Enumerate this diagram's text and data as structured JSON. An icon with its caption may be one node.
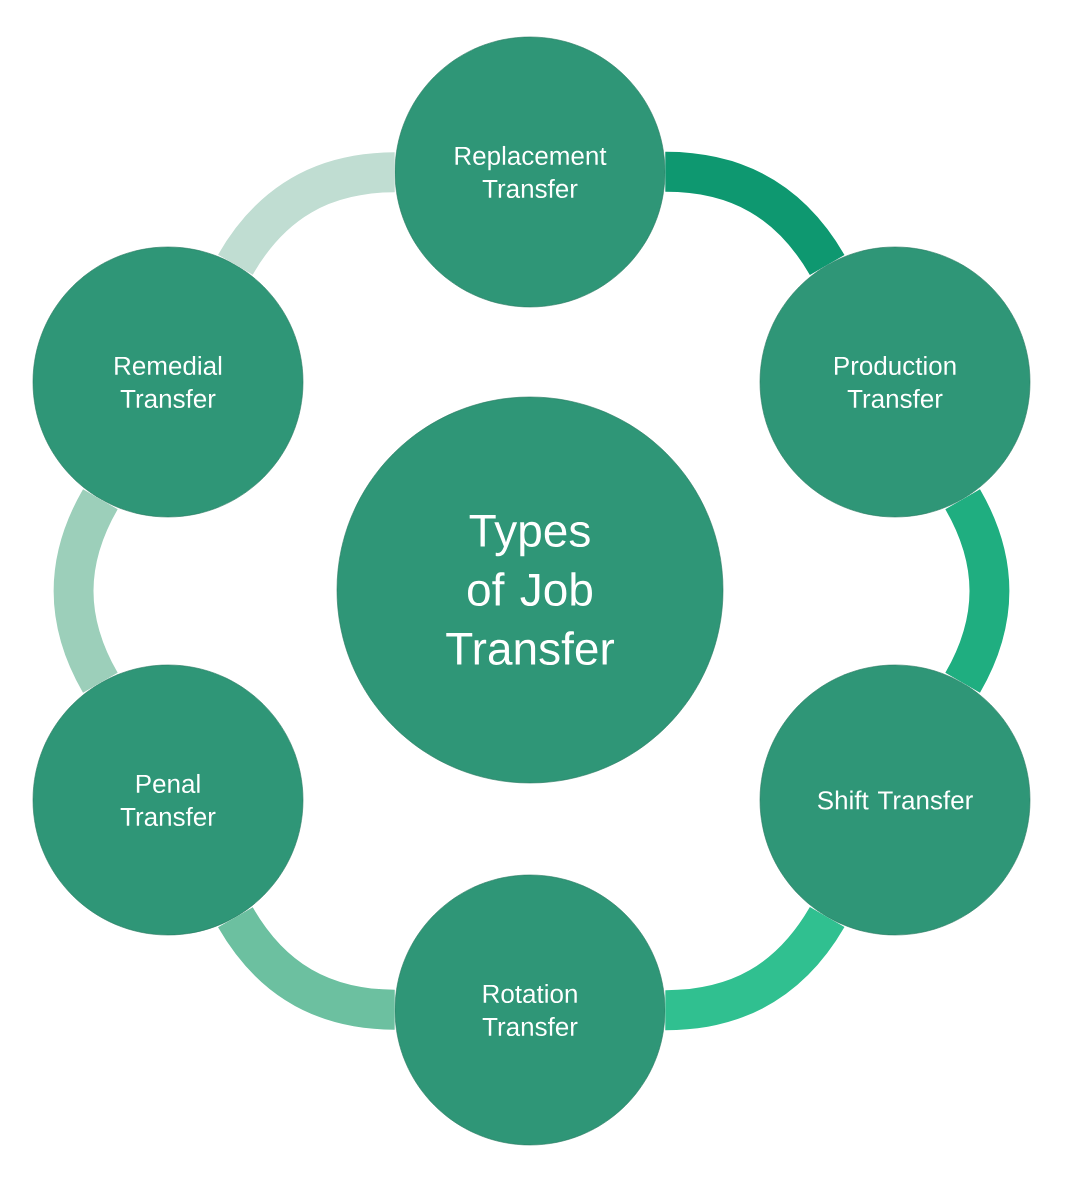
{
  "diagram": {
    "nodes": [
      {
        "text": [
          "Types of Job Transfer"
        ]
      },
      {
        "text": [
          "Replacement Transfer"
        ]
      },
      {
        "text": [
          "Production Transfer"
        ]
      },
      {
        "text": [
          "Shift Transfer"
        ]
      },
      {
        "text": [
          "Rotation Transfer"
        ]
      },
      {
        "text": [
          "Penal Transfer"
        ]
      },
      {
        "text": [
          "Remedial Transfer"
        ]
      }
    ],
    "edges": [
      {
        "from": 1,
        "to": 2,
        "arrow": "none",
        "color": "#0e9870"
      },
      {
        "from": 2,
        "to": 3,
        "arrow": "none",
        "color": "#1fae80"
      },
      {
        "from": 3,
        "to": 4,
        "arrow": "none",
        "color": "#30c090"
      },
      {
        "from": 4,
        "to": 5,
        "arrow": "none",
        "color": "#6cc0a0"
      },
      {
        "from": 5,
        "to": 6,
        "arrow": "none",
        "color": "#9ccfba"
      },
      {
        "from": 6,
        "to": 1,
        "arrow": "none",
        "color": "#c0ddd2"
      }
    ]
  }
}
